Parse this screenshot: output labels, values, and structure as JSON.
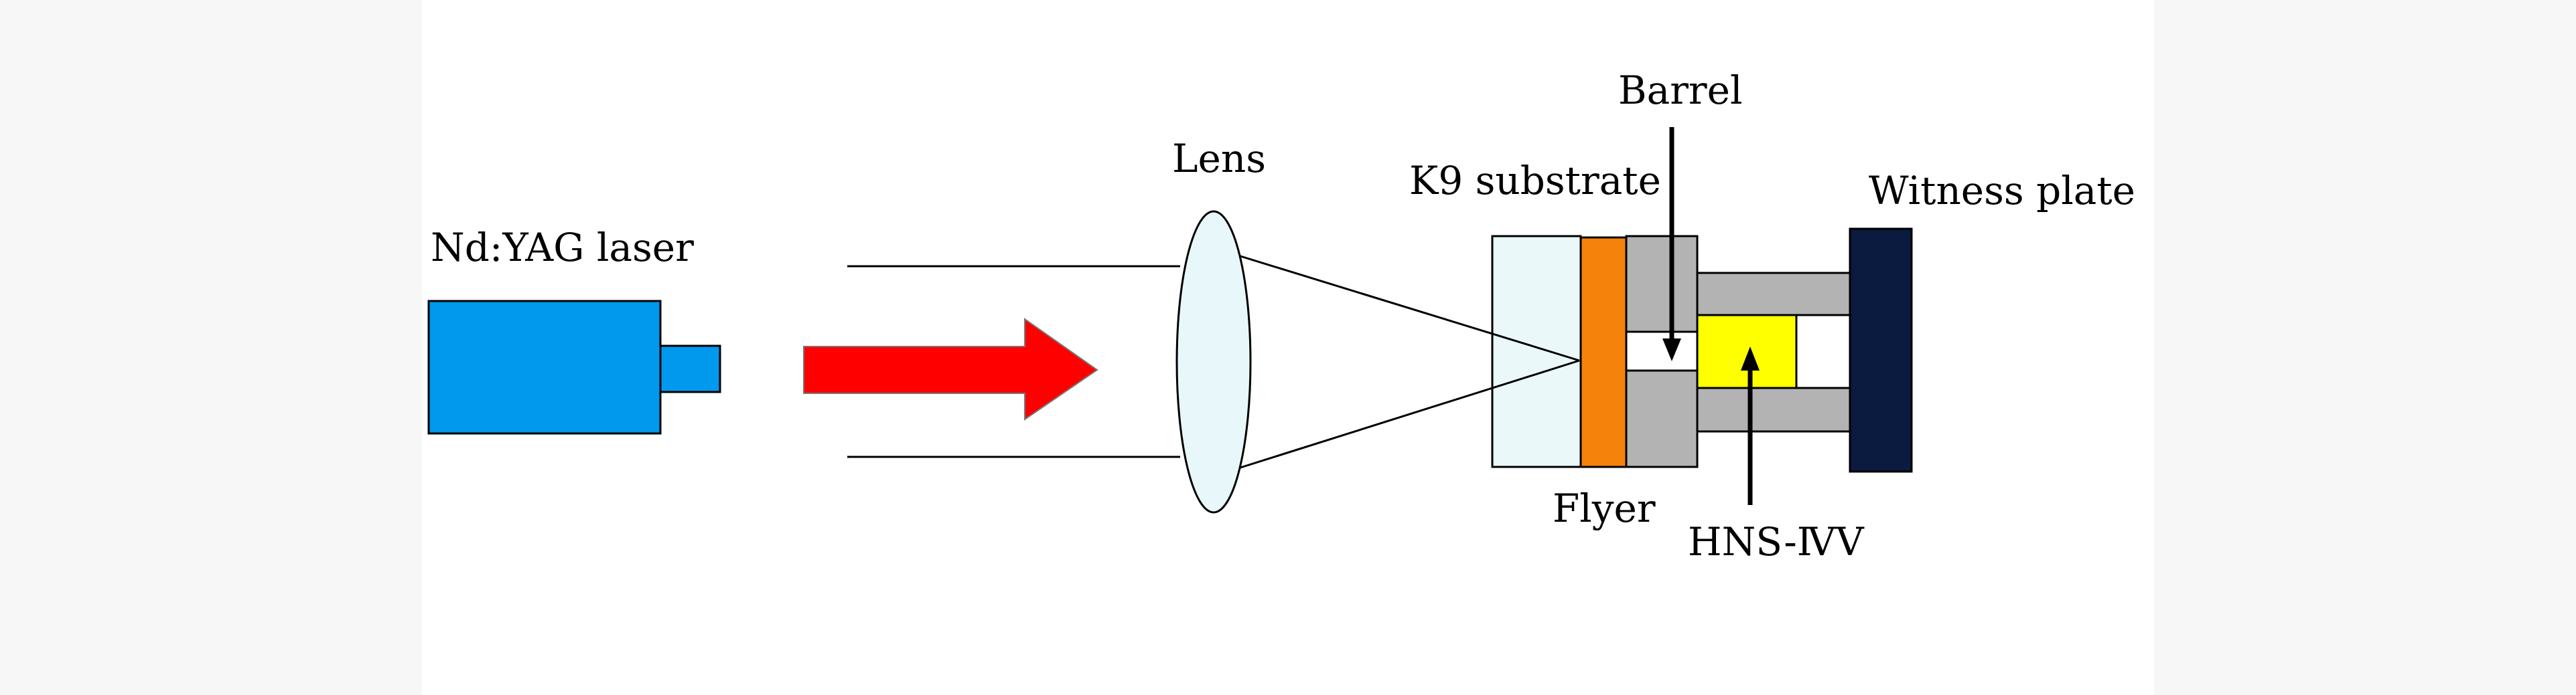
{
  "labels": {
    "laser": "Nd:YAG laser",
    "lens": "Lens",
    "k9_substrate": "K9 substrate",
    "barrel": "Barrel",
    "witness_plate": "Witness plate",
    "flyer": "Flyer",
    "hns": "HNS-ⅣⅤ"
  },
  "colors": {
    "page_background": "#ffffff",
    "side_panel": "#f7f7f7",
    "laser_body": "#0099ee",
    "laser_arrow": "#ff0000",
    "lens_fill": "#e8f8fa",
    "substrate_fill": "#eaf8fa",
    "flyer_fill": "#f5820a",
    "barrel_fill": "#b3b3b3",
    "hns_fill": "#ffff00",
    "witness_plate_fill": "#0b1a3f"
  }
}
